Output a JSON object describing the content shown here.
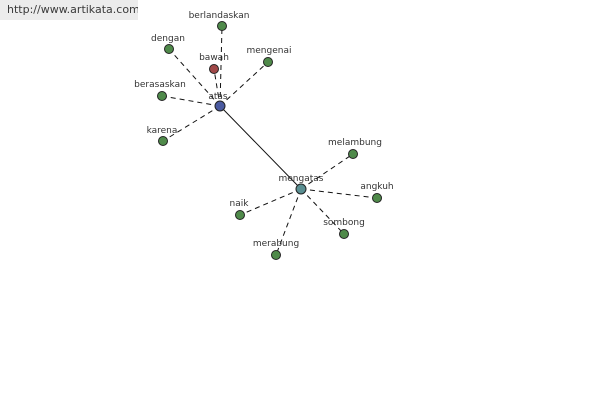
{
  "banner": {
    "url": "http://www.artikata.com"
  },
  "graph": {
    "colors": {
      "hub_primary": "#4a5aa0",
      "hub_secondary": "#5a8f92",
      "special": "#a04848",
      "leaf": "#4f8a4a"
    },
    "nodes": [
      {
        "id": "atas",
        "label": "atas",
        "kind": "hub_primary"
      },
      {
        "id": "mengatas",
        "label": "mengatas",
        "kind": "hub_secondary"
      },
      {
        "id": "berlandaskan",
        "label": "berlandaskan",
        "kind": "leaf"
      },
      {
        "id": "dengan",
        "label": "dengan",
        "kind": "leaf"
      },
      {
        "id": "bawah",
        "label": "bawah",
        "kind": "special"
      },
      {
        "id": "mengenai",
        "label": "mengenai",
        "kind": "leaf"
      },
      {
        "id": "berasaskan",
        "label": "berasaskan",
        "kind": "leaf"
      },
      {
        "id": "karena",
        "label": "karena",
        "kind": "leaf"
      },
      {
        "id": "melambung",
        "label": "melambung",
        "kind": "leaf"
      },
      {
        "id": "angkuh",
        "label": "angkuh",
        "kind": "leaf"
      },
      {
        "id": "sombong",
        "label": "sombong",
        "kind": "leaf"
      },
      {
        "id": "merabung",
        "label": "merabung",
        "kind": "leaf"
      },
      {
        "id": "naik",
        "label": "naik",
        "kind": "leaf"
      }
    ],
    "edges": [
      {
        "from": "atas",
        "to": "mengatas",
        "style": "solid"
      },
      {
        "from": "atas",
        "to": "berlandaskan",
        "style": "dashed"
      },
      {
        "from": "atas",
        "to": "dengan",
        "style": "dashed"
      },
      {
        "from": "atas",
        "to": "bawah",
        "style": "dashed"
      },
      {
        "from": "atas",
        "to": "mengenai",
        "style": "dashed"
      },
      {
        "from": "atas",
        "to": "berasaskan",
        "style": "dashed"
      },
      {
        "from": "atas",
        "to": "karena",
        "style": "dashed"
      },
      {
        "from": "mengatas",
        "to": "melambung",
        "style": "dashed"
      },
      {
        "from": "mengatas",
        "to": "angkuh",
        "style": "dashed"
      },
      {
        "from": "mengatas",
        "to": "sombong",
        "style": "dashed"
      },
      {
        "from": "mengatas",
        "to": "merabung",
        "style": "dashed"
      },
      {
        "from": "mengatas",
        "to": "naik",
        "style": "dashed"
      }
    ]
  }
}
